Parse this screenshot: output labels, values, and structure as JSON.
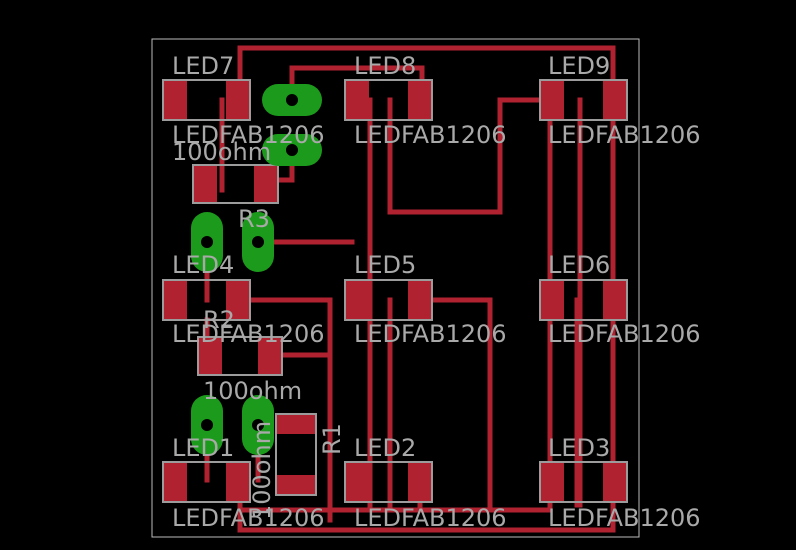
{
  "board": {
    "bg": "#000000",
    "trace_color": "#b0222f",
    "pad_color": "#b0222f",
    "via_color": "#1c9a1c",
    "label_color": "#a9a9a9"
  },
  "leds": [
    {
      "name": "LED1",
      "value": "LEDFAB1206"
    },
    {
      "name": "LED2",
      "value": "LEDFAB1206"
    },
    {
      "name": "LED3",
      "value": "LEDFAB1206"
    },
    {
      "name": "LED4",
      "value": "LEDFAB1206"
    },
    {
      "name": "LED5",
      "value": "LEDFAB1206"
    },
    {
      "name": "LED6",
      "value": "LEDFAB1206"
    },
    {
      "name": "LED7",
      "value": "LEDFAB1206"
    },
    {
      "name": "LED8",
      "value": "LEDFAB1206"
    },
    {
      "name": "LED9",
      "value": "LEDFAB1206"
    }
  ],
  "resistors": [
    {
      "name": "R1",
      "value": "100ohm"
    },
    {
      "name": "R2",
      "value": "100ohm"
    },
    {
      "name": "R3",
      "value": "100ohm"
    }
  ]
}
